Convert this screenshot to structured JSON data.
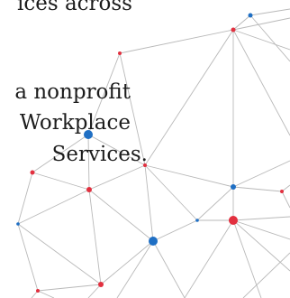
{
  "text": {
    "lines": [
      "ices across",
      "a nonprofit",
      "Workplace",
      "Services."
    ]
  },
  "colors": {
    "background": "#ffffff",
    "text": "#1c1c1c",
    "line": "#b9b9b9",
    "node_red": "#e2303f",
    "node_blue": "#1f6fc4"
  }
}
